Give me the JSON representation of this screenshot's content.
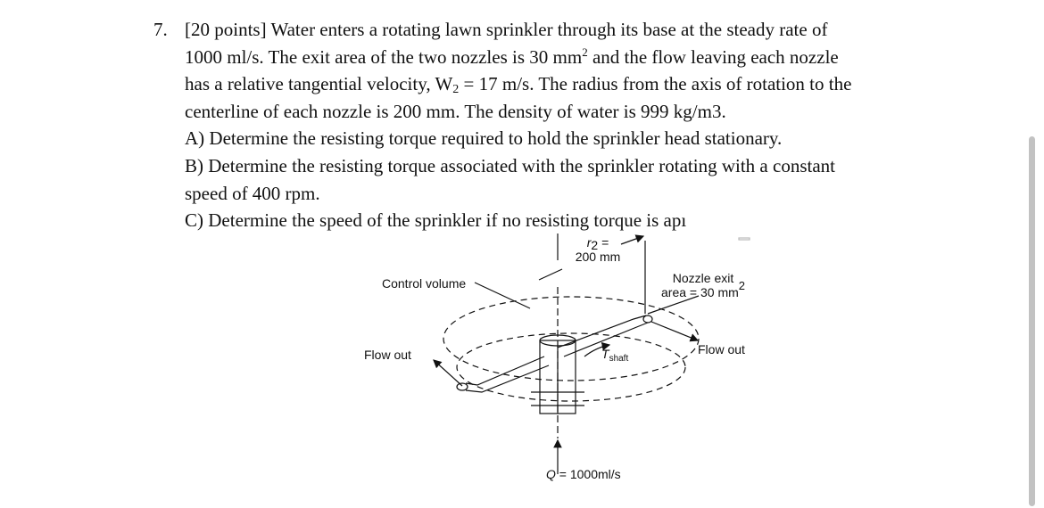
{
  "problem": {
    "number": "7.",
    "lines": [
      "[20 points] Water enters a rotating lawn sprinkler through its base at the steady rate of",
      "1000 ml/s.  The exit area of the two nozzles is 30 mm",
      " and the flow leaving each nozzle",
      "has a relative tangential velocity, W",
      " = 17 m/s.  The radius from the axis of rotation to the",
      "centerline of each nozzle is 200 mm. The density of water is 999 kg/m3.",
      "A) Determine the resisting torque required to hold the sprinkler head stationary.",
      "B) Determine the resisting torque associated with the sprinkler rotating with a constant",
      "speed of 400 rpm.",
      "C) Determine the speed of the sprinkler if no resisting torque is apı"
    ],
    "sup_2": "2",
    "sub_2": "2"
  },
  "figure": {
    "r2_symbol": "r",
    "r2_sub": "2",
    "r2_eq": " =",
    "r2_value": "200 mm",
    "control_volume": "Control volume",
    "nozzle_exit_line1": "Nozzle exit",
    "nozzle_exit_line2": "area = 30 mm",
    "nozzle_exit_sup": "2",
    "flow_out_left": "Flow out",
    "flow_out_right": "Flow out",
    "torque_symbol": "T",
    "torque_sub": "shaft",
    "q_symbol": "Q",
    "q_value": " = 1000ml/s"
  }
}
